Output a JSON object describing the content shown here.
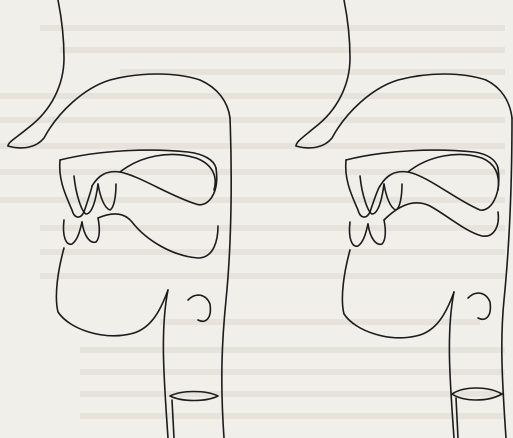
{
  "figure": {
    "description_visible_text": "",
    "panels": [
      {
        "id": "left",
        "subject": "vocal-tract-sagittal-section"
      },
      {
        "id": "right",
        "subject": "vocal-tract-sagittal-section"
      }
    ]
  },
  "colors": {
    "paper": "#f1efe9",
    "ink": "#1c1c1c",
    "bleed_text": "#c9c6bf"
  }
}
